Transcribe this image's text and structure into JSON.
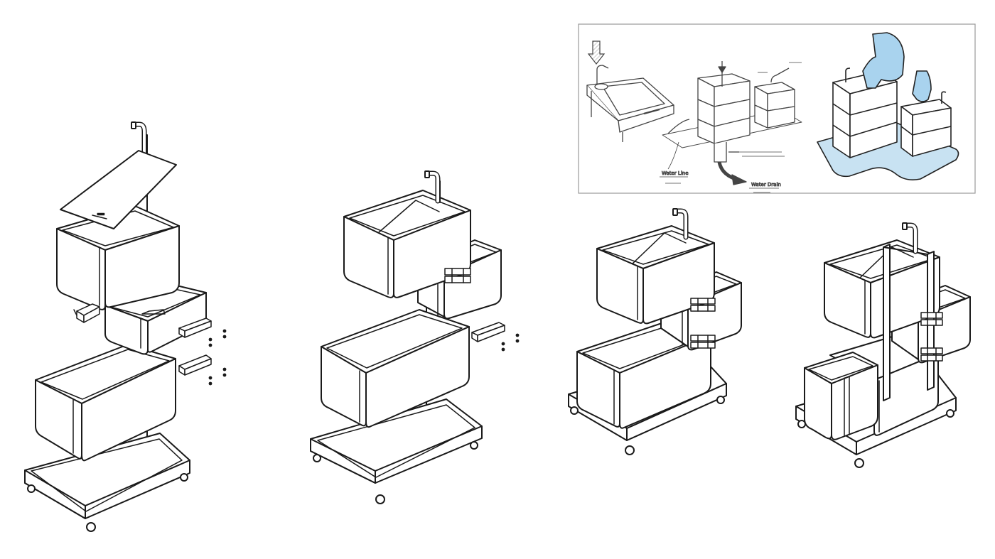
{
  "figure": {
    "panels": [
      {
        "id": "step-1",
        "state": "exploded"
      },
      {
        "id": "step-2",
        "state": "partially-assembled"
      },
      {
        "id": "step-3",
        "state": "assembled"
      },
      {
        "id": "step-4",
        "state": "assembled-with-side-bin"
      }
    ],
    "concept_sketch": {
      "labels": {
        "water_line": "Water Line",
        "water_drain": "Water Drain"
      }
    },
    "colors": {
      "line": "#1a1a1a",
      "sketch_line": "#444444",
      "sketch_fill": "#c8e2f2",
      "hand_fill": "#a9d3ee",
      "frame": "#9a9a9a",
      "background": "#ffffff"
    }
  }
}
